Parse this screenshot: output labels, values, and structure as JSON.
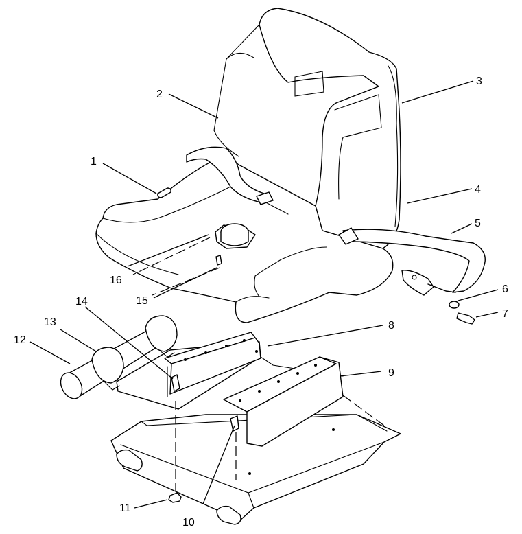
{
  "callouts": [
    "1",
    "2",
    "3",
    "4",
    "5",
    "6",
    "7",
    "8",
    "9",
    "10",
    "11",
    "12",
    "13",
    "14",
    "15",
    "16"
  ],
  "colors": {
    "line": "#000000",
    "background": "#ffffff"
  }
}
